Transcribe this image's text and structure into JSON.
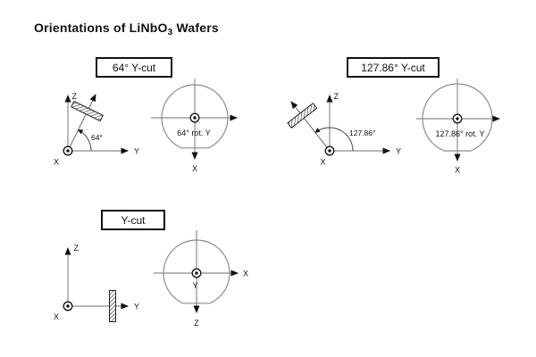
{
  "title": {
    "prefix": "Orientations of LiNbO",
    "subscript": "3",
    "suffix": " Wafers"
  },
  "sections": [
    {
      "label": "64° Y-cut",
      "cut_angle_deg": 64,
      "angle_label": "64°",
      "axes": {
        "x": "X",
        "y": "Y",
        "z": "Z"
      },
      "wafer_view": {
        "rotation_label": "64° rot. Y",
        "bottom_axis": "X"
      }
    },
    {
      "label": "127.86° Y-cut",
      "cut_angle_deg": 127.86,
      "angle_label": "127.86°",
      "axes": {
        "x": "X",
        "y": "Y",
        "z": "Z"
      },
      "wafer_view": {
        "rotation_label": "127.86° rot. Y",
        "bottom_axis": "X"
      }
    },
    {
      "label": "Y-cut",
      "axes": {
        "x": "X",
        "y": "Y",
        "z": "Z"
      },
      "wafer_view": {
        "center_axis": "Y",
        "right_axis": "X",
        "bottom_axis": "Z"
      }
    }
  ],
  "colors": {
    "background": "#ffffff",
    "line_gray": "#8c8c8c",
    "ink_black": "#111111"
  }
}
